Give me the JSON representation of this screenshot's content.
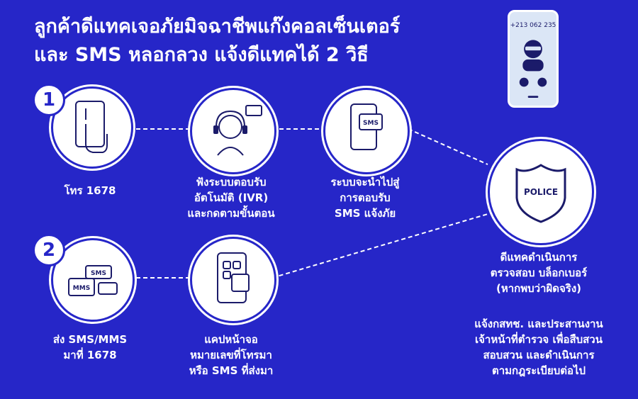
{
  "title": {
    "line1": "ลูกค้าดีแทคเจอภัยมิจฉาชีพแก๊งคอลเซ็นเตอร์",
    "line2": "และ SMS หลอกลวง แจ้งดีแทคได้ 2 วิธี"
  },
  "phone": {
    "number": "+213 062 235"
  },
  "method1": {
    "badge": "1",
    "step1_label": "โทร 1678",
    "step2_lines": [
      "ฟังระบบตอบรับ",
      "อัตโนมัติ (IVR)",
      "และกดตามขั้นตอน"
    ],
    "step3_lines": [
      "ระบบจะนำไปสู่",
      "การตอบรับ",
      "SMS แจ้งภัย"
    ],
    "sms_tag": "SMS"
  },
  "method2": {
    "badge": "2",
    "step1_lines": [
      "ส่ง SMS/MMS",
      "มาที่ 1678"
    ],
    "step2_lines": [
      "แคปหน้าจอ",
      "หมายเลขที่โทรมา",
      "หรือ SMS ที่ส่งมา"
    ],
    "sms_tag": "SMS",
    "mms_tag": "MMS"
  },
  "police": {
    "badge_text": "POLICE",
    "result_lines": [
      "ดีแทคดำเนินการ",
      "ตรวจสอบ บล็อกเบอร์",
      "(หากพบว่าผิดจริง)"
    ],
    "followup_lines": [
      "แจ้งกสทช. และประสานงาน",
      "เจ้าหน้าที่ตำรวจ เพื่อสืบสวน",
      "สอบสวน และดำเนินการ",
      "ตามกฎระเบียบต่อไป"
    ]
  },
  "colors": {
    "background": "#2626c8",
    "accent": "#1b1b6a",
    "white": "#ffffff"
  }
}
